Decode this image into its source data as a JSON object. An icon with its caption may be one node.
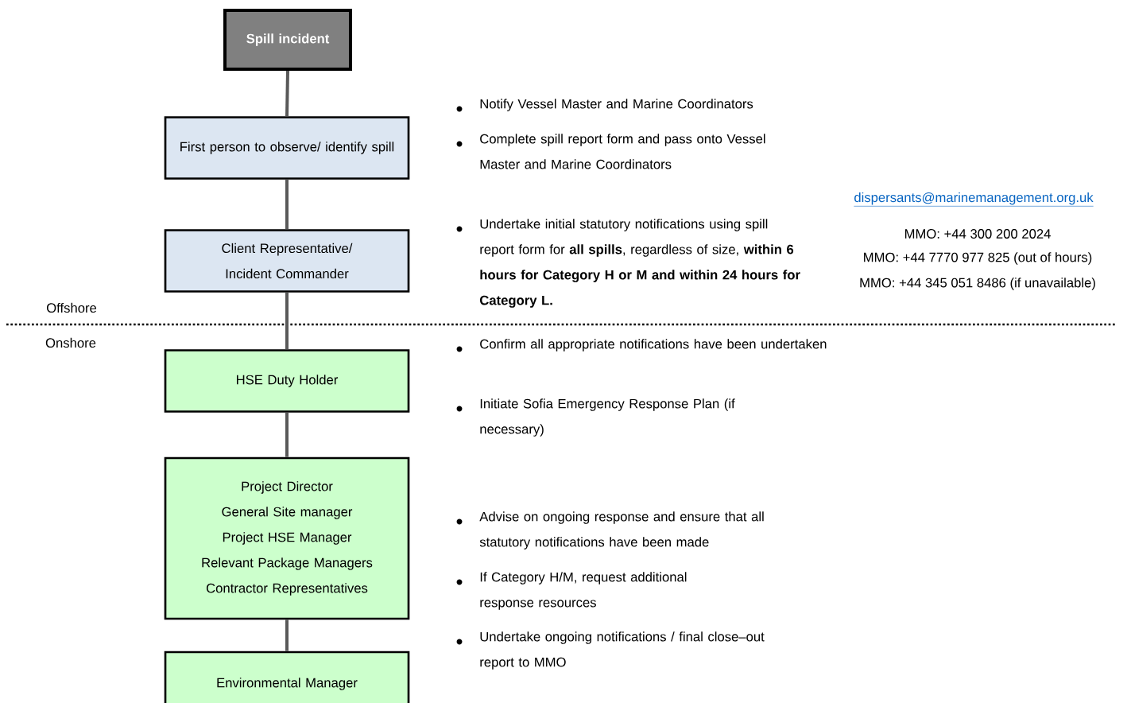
{
  "diagram": {
    "nodes": [
      {
        "text": [
          "Spill incident"
        ]
      },
      {
        "text": [
          "First person to observe/ identify spill"
        ]
      },
      {
        "text": [
          "Client Representative/ Incident Commander"
        ]
      },
      {
        "text": [
          "HSE Duty Holder"
        ]
      },
      {
        "text": [
          "Project Director",
          "General Site manager",
          "Project HSE Manager",
          "Relevant Package Managers",
          "Contractor Representatives"
        ]
      },
      {
        "text": [
          "Environmental Manager"
        ]
      }
    ],
    "edges": [
      {
        "from": 0,
        "to": 1,
        "arrow": "none"
      },
      {
        "from": 1,
        "to": 2,
        "arrow": "none"
      },
      {
        "from": 2,
        "to": 3,
        "arrow": "none"
      },
      {
        "from": 3,
        "to": 4,
        "arrow": "none"
      },
      {
        "from": 4,
        "to": 5,
        "arrow": "none"
      }
    ],
    "labels": [
      "Notify Vessel Master and Marine Coordinators",
      "Complete spill report form and pass onto Vessel Master and Marine Coordinators",
      "dispersants@marinemanagement.org.uk",
      "Undertake initial statutory notifications using spill report form for **all spills**, regardless of size, **within 6 hours for Category H or M and within 24 hours for Category L.**",
      "MMO: +44 300 200 2024",
      "MMO: +44 7770 977 825 (out of hours)",
      "MMO: +44 345 051 8486 (if unavailable)",
      "Offshore",
      "Onshore",
      "Confirm all appropriate notifications have been undertaken",
      "Initiate Sofia Emergency Response Plan (if necessary)",
      "Advise on ongoing response and ensure that all statutory notifications have been made",
      "If Category H/M, request additional response resources",
      "Undertake ongoing notifications / final close–out report to MMO"
    ]
  }
}
